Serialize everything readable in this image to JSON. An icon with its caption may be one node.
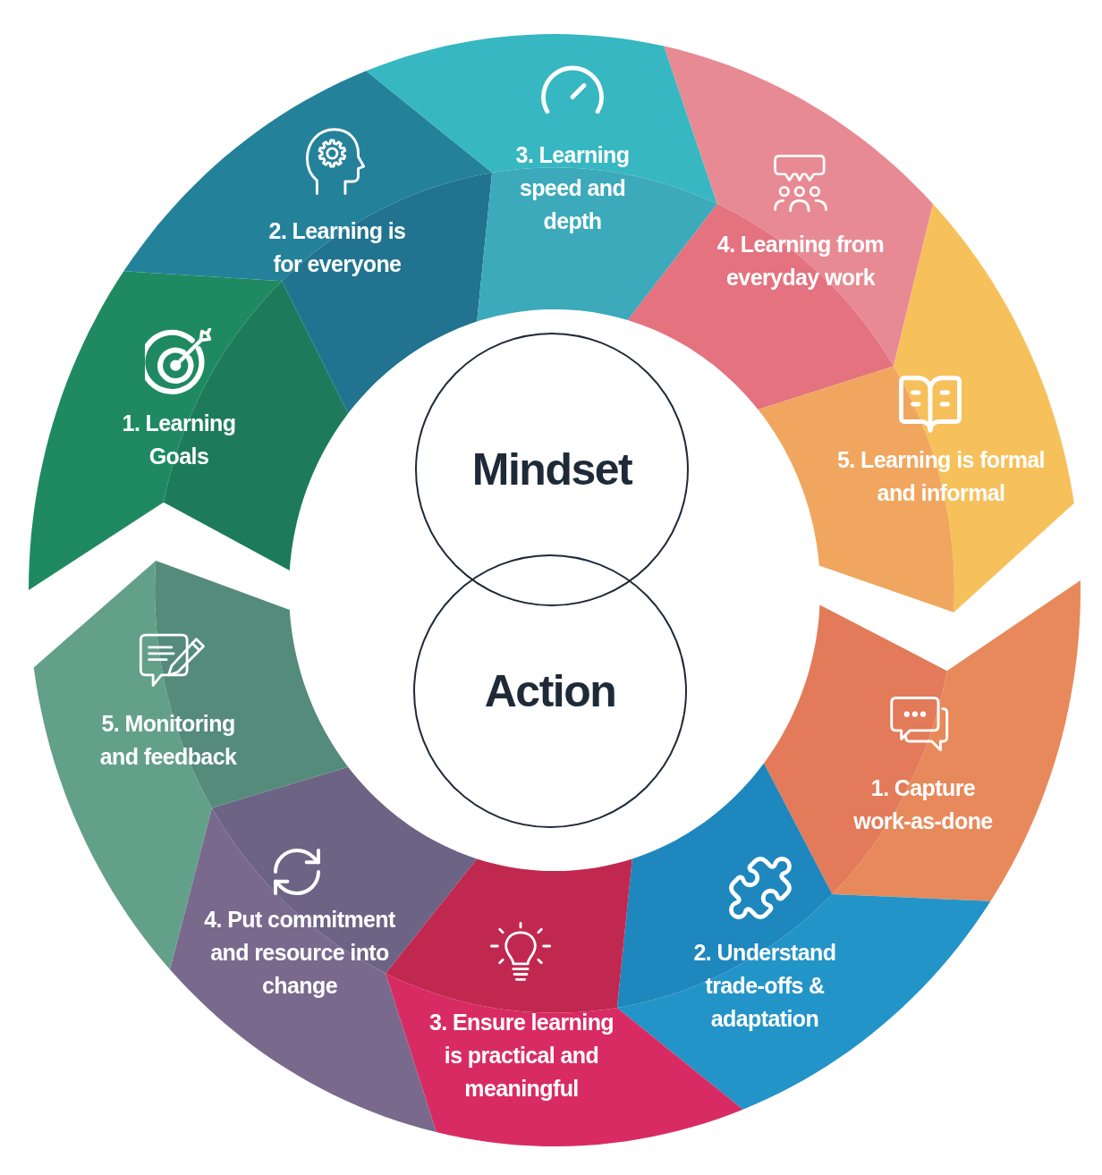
{
  "diagram": {
    "nodes": [
      {
        "text": [
          "1. Learning Goals"
        ]
      },
      {
        "text": [
          "2. Learning is for everyone"
        ]
      },
      {
        "text": [
          "3. Learning speed and depth"
        ]
      },
      {
        "text": [
          "4. Learning from everyday work"
        ]
      },
      {
        "text": [
          "5. Learning is formal and informal"
        ]
      },
      {
        "text": [
          "Mindset"
        ]
      },
      {
        "text": [
          "Action"
        ]
      },
      {
        "text": [
          "1. Capture work-as-done"
        ]
      },
      {
        "text": [
          "2. Understand trade-offs & adaptation"
        ]
      },
      {
        "text": [
          "3. Ensure learning is practical and meaningful"
        ]
      },
      {
        "text": [
          "4. Put commitment and resource into change"
        ]
      },
      {
        "text": [
          "5. Monitoring and feedback"
        ]
      }
    ]
  }
}
